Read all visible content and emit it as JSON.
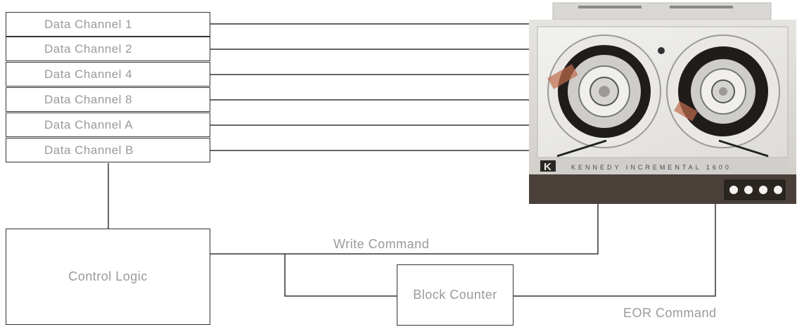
{
  "channels": [
    {
      "label": "Data Channel 1"
    },
    {
      "label": "Data Channel 2"
    },
    {
      "label": "Data Channel 4"
    },
    {
      "label": "Data Channel 8"
    },
    {
      "label": "Data Channel A"
    },
    {
      "label": "Data Channel B"
    }
  ],
  "control_logic": {
    "label": "Control Logic"
  },
  "block_counter": {
    "label": "Block Counter"
  },
  "signals": {
    "write_command": "Write Command",
    "eor_command": "EOR Command"
  },
  "tape_unit": {
    "logo_letter": "K",
    "brand_text": "KENNEDY   INCREMENTAL   1600",
    "indicator_count": 4
  },
  "colors": {
    "line": "#333333",
    "text": "#9a9a9a",
    "panel_dark": "#4a4039",
    "chassis": "#d8d6d2"
  }
}
